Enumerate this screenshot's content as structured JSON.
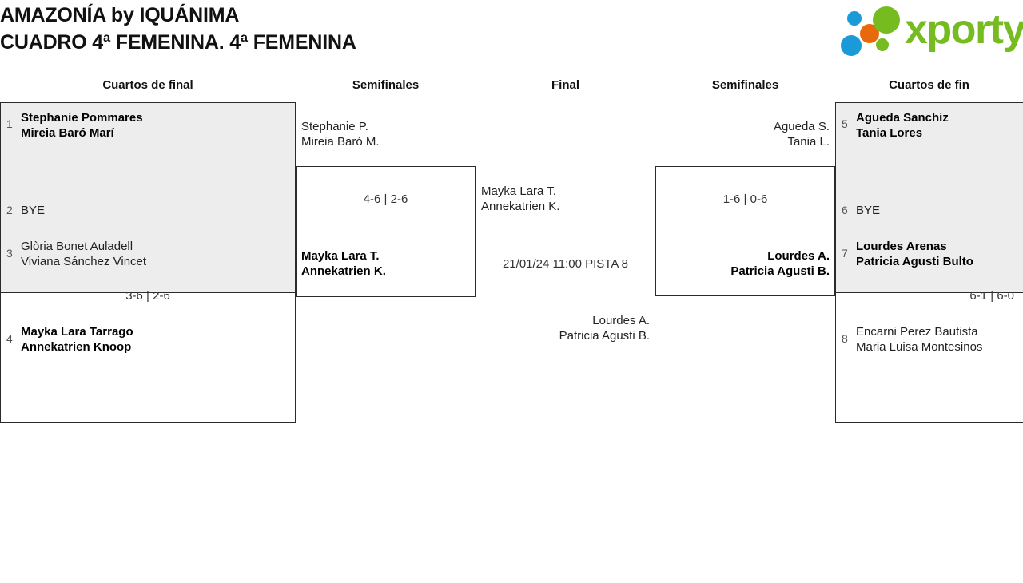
{
  "header": {
    "title_line1": "AMAZONÍA by IQUÁNIMA",
    "title_line2": "CUADRO 4ª FEMENINA. 4ª FEMENINA",
    "logo_text": "xporty"
  },
  "rounds": [
    {
      "key": "qf_left",
      "label": "Cuartos de final"
    },
    {
      "key": "sf_left",
      "label": "Semifinales"
    },
    {
      "key": "final",
      "label": "Final"
    },
    {
      "key": "sf_right",
      "label": "Semifinales"
    },
    {
      "key": "qf_right",
      "label": "Cuartos de fin"
    }
  ],
  "qf_left": {
    "match1": {
      "seed_top": "1",
      "team_top_l1": "Stephanie Pommares",
      "team_top_l2": "Mireia Baró Marí",
      "seed_bottom": "2",
      "team_bottom_l1": "BYE",
      "score": ""
    },
    "match2": {
      "seed_top": "3",
      "team_top_l1": "Glòria Bonet Auladell",
      "team_top_l2": "Viviana Sánchez Vincet",
      "seed_bottom": "4",
      "team_bottom_l1": "Mayka Lara Tarrago",
      "team_bottom_l2": "Annekatrien Knoop",
      "score": "3-6 | 2-6"
    }
  },
  "sf_left": {
    "match": {
      "team_top_l1": "Stephanie P.",
      "team_top_l2": "Mireia Baró M.",
      "team_bottom_l1": "Mayka Lara T.",
      "team_bottom_l2": "Annekatrien K.",
      "score": "4-6 | 2-6"
    }
  },
  "final": {
    "match": {
      "team_top_l1": "Mayka Lara T.",
      "team_top_l2": "Annekatrien K.",
      "team_bottom_l1": "Lourdes A.",
      "team_bottom_l2": "Patricia Agusti B.",
      "schedule": "21/01/24 11:00 PISTA 8"
    }
  },
  "sf_right": {
    "match": {
      "team_top_l1": "Agueda S.",
      "team_top_l2": "Tania L.",
      "team_bottom_l1": "Lourdes A.",
      "team_bottom_l2": "Patricia Agusti B.",
      "score": "1-6 | 0-6"
    }
  },
  "qf_right": {
    "match1": {
      "seed_top": "5",
      "team_top_l1": "Agueda Sanchiz",
      "team_top_l2": "Tania Lores",
      "seed_bottom": "6",
      "team_bottom_l1": "BYE",
      "score": ""
    },
    "match2": {
      "seed_top": "7",
      "team_top_l1": "Lourdes Arenas",
      "team_top_l2": "Patricia Agusti Bulto",
      "seed_bottom": "8",
      "team_bottom_l1": "Encarni Perez Bautista",
      "team_bottom_l2": "Maria Luisa Montesinos",
      "score": "6-1 | 6-0"
    }
  },
  "colors": {
    "shaded_row": "#ededed",
    "border": "#2b2b2b",
    "logo_green": "#76bc21",
    "logo_blue": "#1a9ad7",
    "logo_orange": "#e8690b"
  }
}
